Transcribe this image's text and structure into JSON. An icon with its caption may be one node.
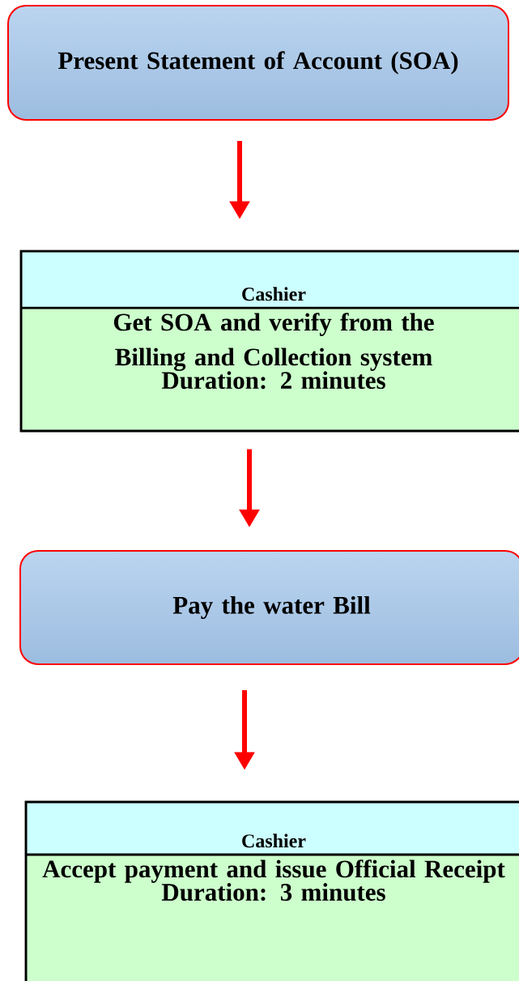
{
  "diagram": {
    "nodes": [
      {
        "text": [
          "Present Statement of Account (SOA)"
        ]
      },
      {
        "text": [
          "Cashier",
          "Get SOA and verify from the Billing and Collection system",
          "Duration: 2 minutes"
        ]
      },
      {
        "text": [
          "Pay the water Bill"
        ]
      },
      {
        "text": [
          "Cashier",
          "Accept payment and issue Official Receipt",
          "Duration: 3 minutes"
        ]
      }
    ],
    "edges": [
      {
        "from": 0,
        "to": 1,
        "arrow": "to"
      },
      {
        "from": 1,
        "to": 2,
        "arrow": "to"
      },
      {
        "from": 2,
        "to": 3,
        "arrow": "to"
      }
    ]
  }
}
